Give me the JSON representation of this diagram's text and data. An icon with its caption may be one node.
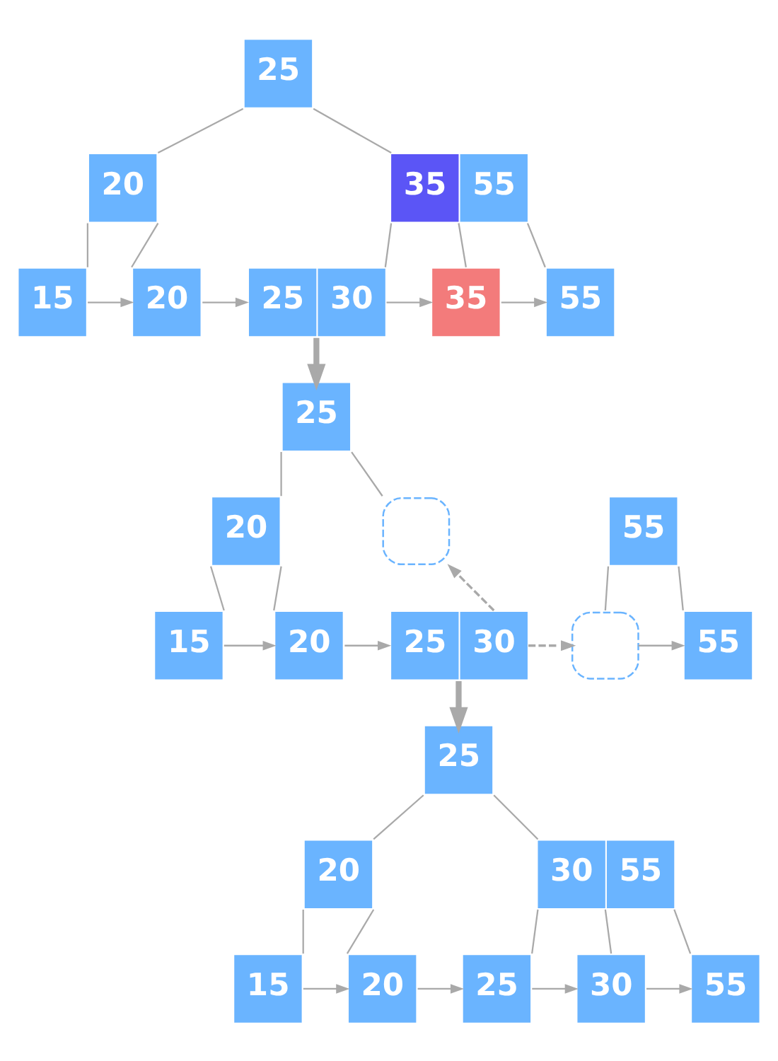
{
  "diagram": {
    "nodes": [
      {
        "text": [
          "25"
        ]
      },
      {
        "text": [
          "20"
        ]
      },
      {
        "text": [
          "35",
          "55"
        ]
      },
      {
        "text": [
          "15"
        ]
      },
      {
        "text": [
          "20"
        ]
      },
      {
        "text": [
          "25",
          "30"
        ]
      },
      {
        "text": [
          "35"
        ]
      },
      {
        "text": [
          "55"
        ]
      },
      {
        "text": [
          "25"
        ]
      },
      {
        "text": [
          "20"
        ]
      },
      {
        "text": [],
        "shape": "box"
      },
      {
        "text": [
          "55"
        ]
      },
      {
        "text": [
          "15"
        ]
      },
      {
        "text": [
          "20"
        ]
      },
      {
        "text": [
          "25",
          "30"
        ]
      },
      {
        "text": [],
        "shape": "box"
      },
      {
        "text": [
          "55"
        ]
      },
      {
        "text": [
          "25"
        ]
      },
      {
        "text": [
          "20"
        ]
      },
      {
        "text": [
          "30",
          "55"
        ]
      },
      {
        "text": [
          "15"
        ]
      },
      {
        "text": [
          "20"
        ]
      },
      {
        "text": [
          "25"
        ]
      },
      {
        "text": [
          "30"
        ]
      },
      {
        "text": [
          "55"
        ]
      }
    ],
    "edges": [
      {
        "from": 0,
        "to": 1,
        "arrow": "none"
      },
      {
        "from": 0,
        "to": 2,
        "arrow": "none"
      },
      {
        "from": 1,
        "to": 3,
        "arrow": "none"
      },
      {
        "from": 1,
        "to": 4,
        "arrow": "none"
      },
      {
        "from": 2,
        "to": 5,
        "arrow": "none"
      },
      {
        "from": 2,
        "to": 6,
        "arrow": "none"
      },
      {
        "from": 2,
        "to": 7,
        "arrow": "none"
      },
      {
        "from": 3,
        "to": 4,
        "arrow": "to"
      },
      {
        "from": 4,
        "to": 5,
        "arrow": "to"
      },
      {
        "from": 5,
        "to": 6,
        "arrow": "to"
      },
      {
        "from": 6,
        "to": 7,
        "arrow": "to"
      },
      {
        "from": 5,
        "to": 8,
        "arrow": "to",
        "style": "thick"
      },
      {
        "from": 8,
        "to": 9,
        "arrow": "none"
      },
      {
        "from": 8,
        "to": 10,
        "arrow": "none"
      },
      {
        "from": 9,
        "to": 12,
        "arrow": "none"
      },
      {
        "from": 9,
        "to": 13,
        "arrow": "none"
      },
      {
        "from": 11,
        "to": 15,
        "arrow": "none"
      },
      {
        "from": 11,
        "to": 16,
        "arrow": "none"
      },
      {
        "from": 12,
        "to": 13,
        "arrow": "to"
      },
      {
        "from": 13,
        "to": 14,
        "arrow": "to"
      },
      {
        "from": 14,
        "to": 10,
        "arrow": "to",
        "style": "dashed"
      },
      {
        "from": 14,
        "to": 15,
        "arrow": "to",
        "style": "dashed"
      },
      {
        "from": 15,
        "to": 16,
        "arrow": "to"
      },
      {
        "from": 14,
        "to": 17,
        "arrow": "to",
        "style": "thick"
      },
      {
        "from": 17,
        "to": 18,
        "arrow": "none"
      },
      {
        "from": 17,
        "to": 19,
        "arrow": "none"
      },
      {
        "from": 18,
        "to": 20,
        "arrow": "none"
      },
      {
        "from": 18,
        "to": 21,
        "arrow": "none"
      },
      {
        "from": 19,
        "to": 22,
        "arrow": "none"
      },
      {
        "from": 19,
        "to": 23,
        "arrow": "none"
      },
      {
        "from": 19,
        "to": 24,
        "arrow": "none"
      },
      {
        "from": 20,
        "to": 21,
        "arrow": "to"
      },
      {
        "from": 21,
        "to": 22,
        "arrow": "to"
      },
      {
        "from": 22,
        "to": 23,
        "arrow": "to"
      },
      {
        "from": 23,
        "to": 24,
        "arrow": "to"
      }
    ]
  }
}
